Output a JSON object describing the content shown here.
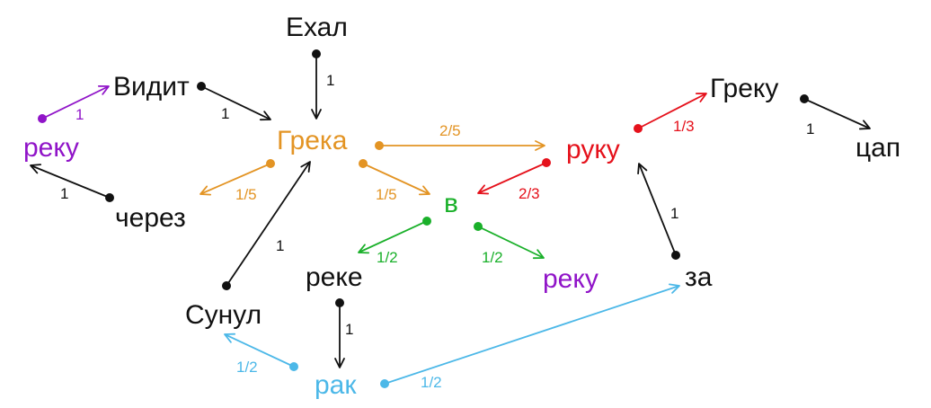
{
  "colors": {
    "black": "#111111",
    "orange": "#e39424",
    "red": "#e5111b",
    "green": "#1ab02a",
    "purple": "#9014c8",
    "blue": "#4cb8e8"
  },
  "nodes": [
    {
      "id": "ehal",
      "label": "Ехал",
      "color": "black"
    },
    {
      "id": "vidit",
      "label": "Видит",
      "color": "black"
    },
    {
      "id": "reku_purple_left",
      "label": "реку",
      "color": "purple"
    },
    {
      "id": "cherez",
      "label": "через",
      "color": "black"
    },
    {
      "id": "greka",
      "label": "Грека",
      "color": "orange"
    },
    {
      "id": "v",
      "label": "в",
      "color": "green"
    },
    {
      "id": "ruku",
      "label": "руку",
      "color": "red"
    },
    {
      "id": "greku",
      "label": "Греку",
      "color": "black"
    },
    {
      "id": "tsap",
      "label": "цап",
      "color": "black"
    },
    {
      "id": "sunul",
      "label": "Сунул",
      "color": "black"
    },
    {
      "id": "reke",
      "label": "реке",
      "color": "black"
    },
    {
      "id": "reku_purple_right",
      "label": "реку",
      "color": "purple"
    },
    {
      "id": "za",
      "label": "за",
      "color": "black"
    },
    {
      "id": "rak",
      "label": "рак",
      "color": "blue"
    }
  ],
  "edges": [
    {
      "from": "ehal",
      "to": "greka",
      "weight": "1",
      "color": "black"
    },
    {
      "from": "reku_purple_left",
      "to": "vidit",
      "weight": "1",
      "color": "purple"
    },
    {
      "from": "vidit",
      "to": "greka",
      "weight": "1",
      "color": "black"
    },
    {
      "from": "cherez",
      "to": "reku_purple_left",
      "weight": "1",
      "color": "black"
    },
    {
      "from": "greka",
      "to": "ruku",
      "weight": "2/5",
      "color": "orange"
    },
    {
      "from": "greka",
      "to": "cherez",
      "weight": "1/5",
      "color": "orange"
    },
    {
      "from": "greka",
      "to": "v",
      "weight": "1/5",
      "color": "orange"
    },
    {
      "from": "sunul",
      "to": "greka",
      "weight": "1",
      "color": "black"
    },
    {
      "from": "ruku",
      "to": "greku",
      "weight": "1/3",
      "color": "red"
    },
    {
      "from": "ruku",
      "to": "v",
      "weight": "2/3",
      "color": "red"
    },
    {
      "from": "greku",
      "to": "tsap",
      "weight": "1",
      "color": "black"
    },
    {
      "from": "v",
      "to": "reke",
      "weight": "1/2",
      "color": "green"
    },
    {
      "from": "v",
      "to": "reku_purple_right",
      "weight": "1/2",
      "color": "green"
    },
    {
      "from": "za",
      "to": "ruku",
      "weight": "1",
      "color": "black"
    },
    {
      "from": "reke",
      "to": "rak",
      "weight": "1",
      "color": "black"
    },
    {
      "from": "rak",
      "to": "sunul",
      "weight": "1/2",
      "color": "blue"
    },
    {
      "from": "rak",
      "to": "za",
      "weight": "1/2",
      "color": "blue"
    }
  ]
}
